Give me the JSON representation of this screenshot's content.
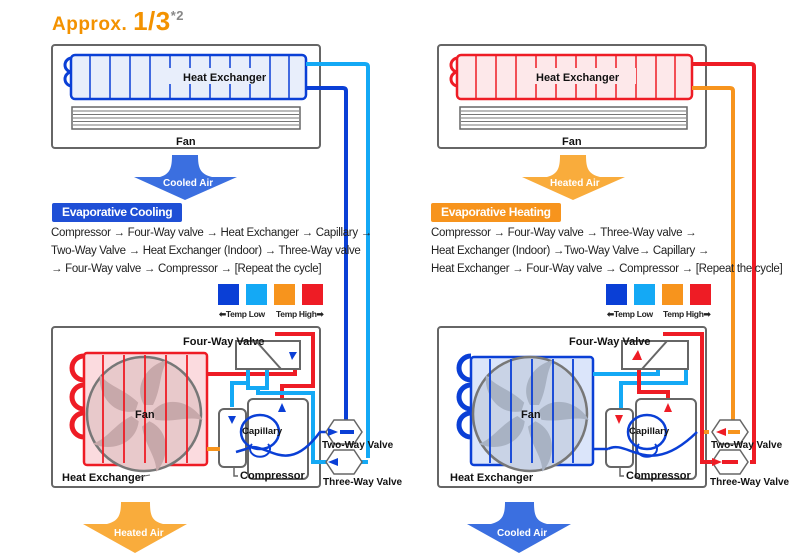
{
  "title": {
    "prefix": "Approx. ",
    "value": "1/3",
    "footnote": "*2"
  },
  "colors": {
    "temp_lowest": "#0a3fd6",
    "temp_low": "#14a9f5",
    "temp_high": "#f7941d",
    "temp_highest": "#ee1c25",
    "accent_orange": "#f39200",
    "badge_blue": "#1f4fd6",
    "badge_orange": "#f7941d"
  },
  "panels": [
    {
      "mode": "cooling",
      "indoor": {
        "heat_exchanger_label": "Heat Exchanger",
        "fan_label": "Fan"
      },
      "indoor_air": {
        "label": "Cooled Air",
        "color": "#3b6fe0"
      },
      "badge": "Evaporative Cooling",
      "description_lines": [
        "Compressor → Four-Way valve → Heat Exchanger → Capillary →",
        "Two-Way Valve → Heat Exchanger (Indoor) → Three-Way valve",
        "→ Four-Way valve → Compressor → [Repeat the cycle]"
      ],
      "outdoor": {
        "four_way_valve": "Four-Way Valve",
        "fan": "Fan",
        "capillary": "Capillary",
        "heat_exchanger": "Heat Exchanger",
        "compressor": "Compressor",
        "two_way_valve": "Two-Way Valve",
        "three_way_valve": "Three-Way Valve"
      },
      "outdoor_air": {
        "label": "Heated Air",
        "color": "#f9ac3c"
      }
    },
    {
      "mode": "heating",
      "indoor": {
        "heat_exchanger_label": "Heat Exchanger",
        "fan_label": "Fan"
      },
      "indoor_air": {
        "label": "Heated Air",
        "color": "#f9ac3c"
      },
      "badge": "Evaporative Heating",
      "description_lines": [
        "Compressor → Four-Way valve → Three-Way valve →",
        "Heat Exchanger (Indoor) →Two-Way Valve→ Capillary →",
        "Heat Exchanger → Four-Way valve → Compressor → [Repeat the cycle]"
      ],
      "outdoor": {
        "four_way_valve": "Four-Way Valve",
        "fan": "Fan",
        "capillary": "Capillary",
        "heat_exchanger": "Heat Exchanger",
        "compressor": "Compressor",
        "two_way_valve": "Two-Way Valve",
        "three_way_valve": "Three-Way Valve"
      },
      "outdoor_air": {
        "label": "Cooled Air",
        "color": "#3b6fe0"
      }
    }
  ],
  "legend": {
    "low_label": "⬅Temp Low",
    "high_label": "Temp High➡"
  }
}
